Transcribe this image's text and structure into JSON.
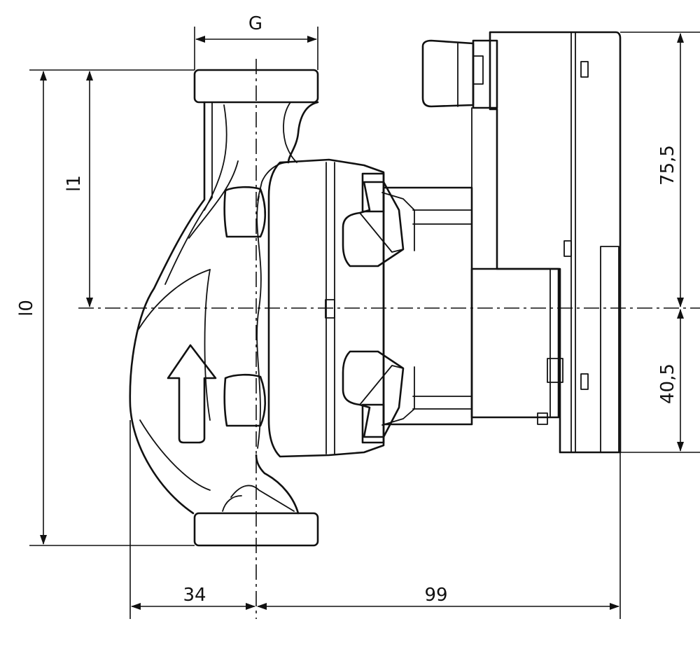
{
  "dimensions": {
    "connection_thread": "G",
    "port_to_port_length": "l0",
    "port_to_axis_length": "l1",
    "height_above_axis": "75,5",
    "height_below_axis": "40,5",
    "width_behind_axis": "34",
    "width_in_front_of_axis": "99"
  }
}
